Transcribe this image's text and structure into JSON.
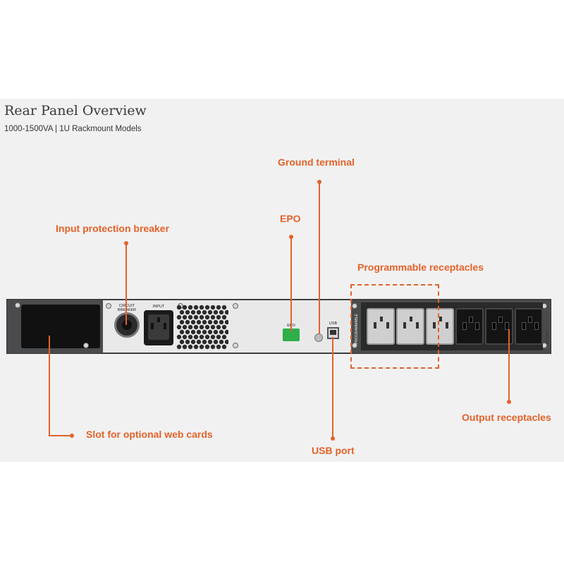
{
  "header": {
    "title": "Rear Panel Overview",
    "subtitle": "1000-1500VA | 1U Rackmount Models"
  },
  "callouts": {
    "ground_terminal": "Ground terminal",
    "epo": "EPO",
    "input_breaker": "Input protection breaker",
    "programmable_receptacles": "Programmable receptacles",
    "slot_web_cards": "Slot for optional web cards",
    "usb_port": "USB port",
    "output_receptacles": "Output receptacles"
  },
  "device_labels": {
    "circuit_breaker": "CIRCUIT BREAKER",
    "input": "INPUT",
    "epo": "EPO",
    "usb": "USB",
    "programmable": "PROGRAMMABLE",
    "output": "OUTPUT"
  },
  "colors": {
    "accent": "#e2622a",
    "device_body": "#4a4b4d",
    "background": "#f1f1f1"
  }
}
